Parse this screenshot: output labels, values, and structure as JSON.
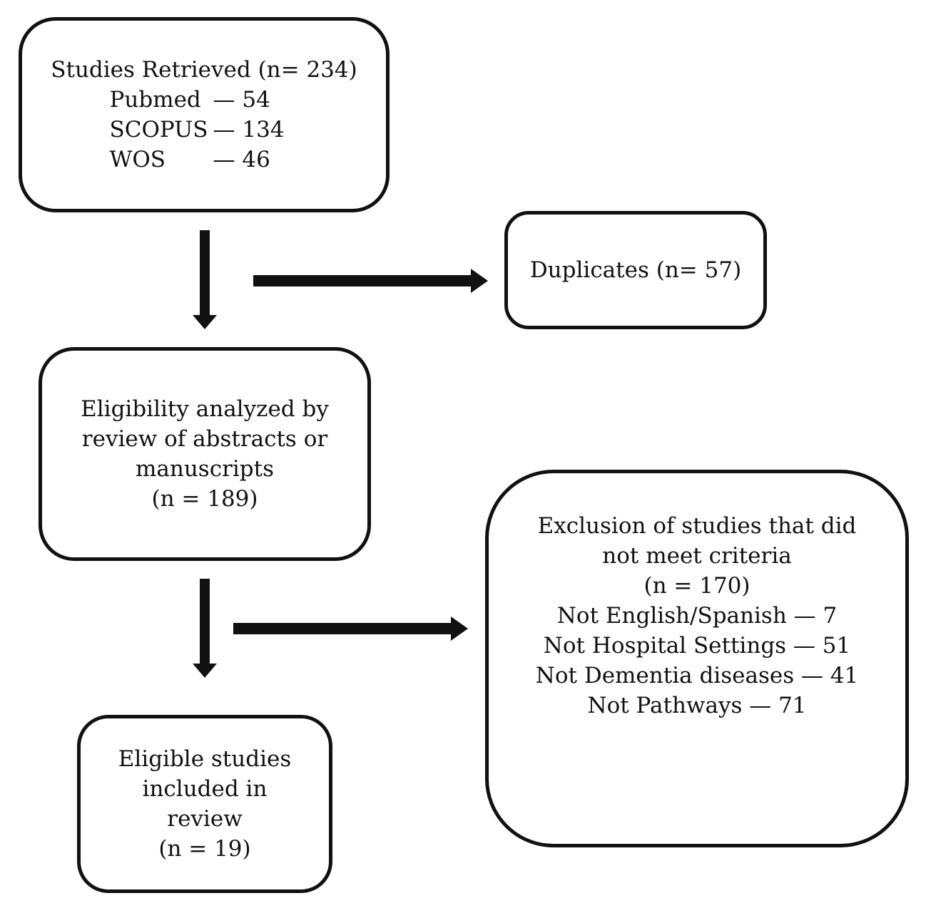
{
  "retrieved": {
    "title": "Studies Retrieved (n= 234)",
    "sources": [
      {
        "name": "Pubmed",
        "value": "— 54"
      },
      {
        "name": "SCOPUS",
        "value": "— 134"
      },
      {
        "name": "WOS",
        "value": "— 46"
      }
    ]
  },
  "duplicates": {
    "label": "Duplicates (n= 57)"
  },
  "eligibility": {
    "lines": [
      "Eligibility analyzed by",
      "review of abstracts or",
      "manuscripts",
      "(n = 189)"
    ]
  },
  "exclusion": {
    "lines": [
      "Exclusion of studies that did",
      "not meet criteria",
      "(n = 170)"
    ],
    "reasons": [
      "Not English/Spanish —  7",
      "Not Hospital Settings — 51",
      "Not Dementia diseases —  41",
      "Not Pathways — 71"
    ]
  },
  "included": {
    "lines": [
      "Eligible studies",
      "included in",
      "review",
      "(n = 19)"
    ]
  }
}
